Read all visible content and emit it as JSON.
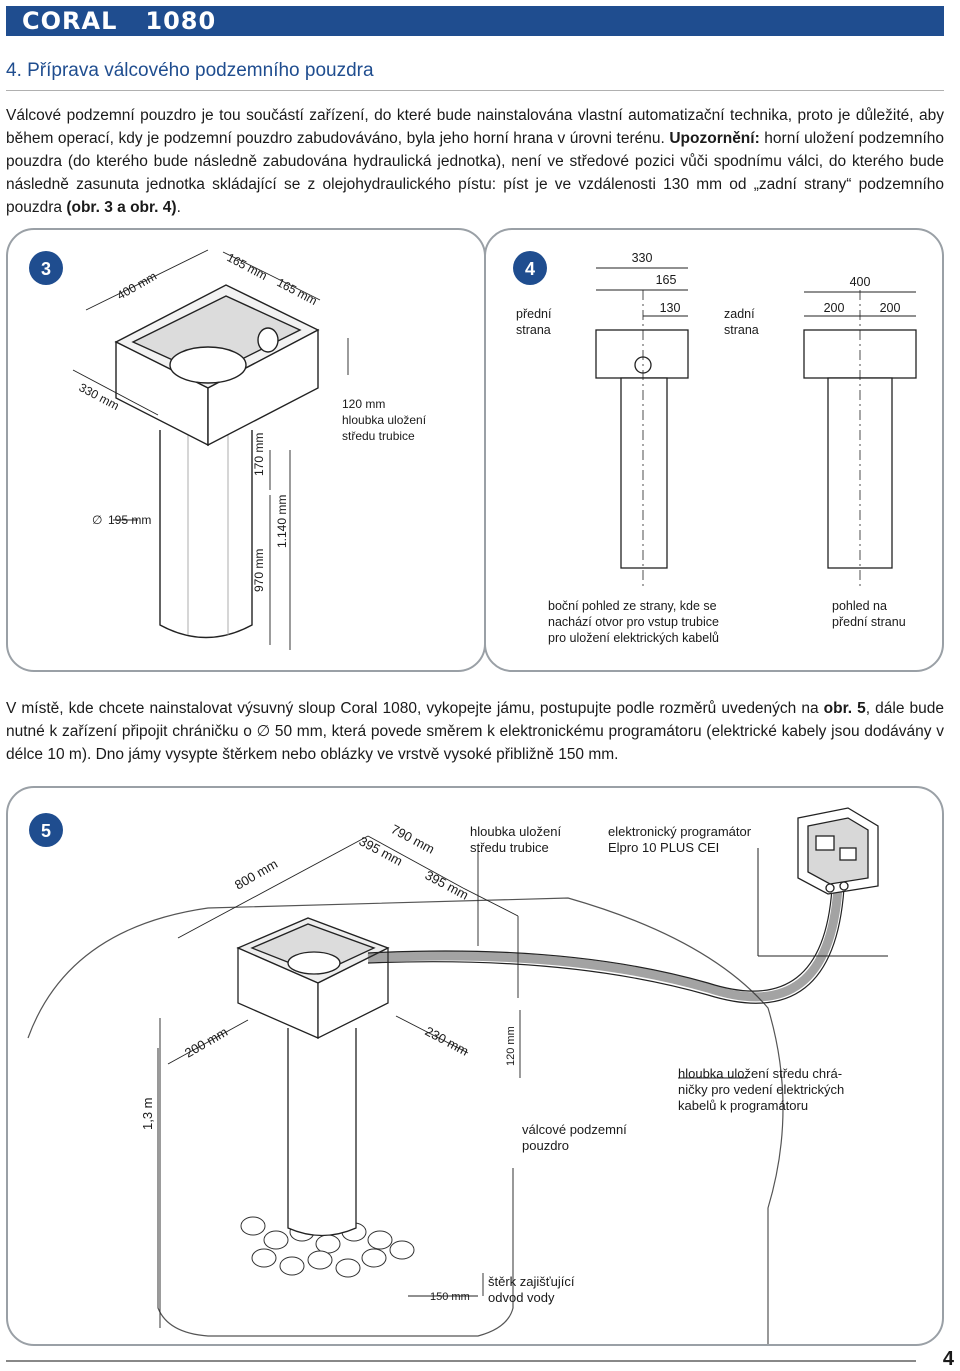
{
  "header": {
    "brand": "CORAL",
    "model": "1080"
  },
  "section": {
    "title": "4. Příprava válcového podzemního pouzdra"
  },
  "intro": {
    "text": "Válcové podzemní pouzdro je tou součástí zařízení, do které bude nainstalována vlastní automatizační technika, proto je důležité, aby během operací, kdy je podzemní pouzdro zabudováváno, byla jeho horní hrana v úrovni terénu.",
    "warning_label": "Upozornění:",
    "warning_text": " horní uložení podzemního pouzdra (do kterého bude následně zabudována hydraulická jednotka), není ve středové pozici vůči spodnímu válci, do kterého bude následně zasunuta jednotka skládající se z olejohydraulického pístu: píst je ve vzdálenosti 130 mm od „zadní strany“ podzemního pouzdra ",
    "warning_ref": "(obr. 3 a obr. 4)",
    "warning_end": "."
  },
  "fig3": {
    "number": "3",
    "dim_400": "400 mm",
    "dim_165a": "165 mm",
    "dim_165b": "165 mm",
    "dim_330": "330 mm",
    "dim_170": "170 mm",
    "dim_970": "970 mm",
    "dim_1140": "1.140 mm",
    "diameter": "195 mm",
    "note_line1": "120 mm",
    "note_line2": "hloubka uložení",
    "note_line3": "středu trubice"
  },
  "fig4": {
    "number": "4",
    "dim_330": "330",
    "dim_165": "165",
    "dim_130": "130",
    "dim_400": "400",
    "dim_200a": "200",
    "dim_200b": "200",
    "front_l1": "přední",
    "front_l2": "strana",
    "back_l1": "zadní",
    "back_l2": "strana",
    "side_l1": "boční pohled ze strany, kde se",
    "side_l2": "nachází otvor pro vstup trubice",
    "side_l3": "pro uložení elektrických kabelů",
    "fv_l1": "pohled na",
    "fv_l2": "přední stranu"
  },
  "mid": {
    "t1": "V místě, kde chcete nainstalovat výsuvný sloup Coral 1080, vykopejte jámu, postupujte podle rozměrů uvedených na ",
    "ref": "obr. 5",
    "t2": ", dále bude nutné k zařízení připojit chráničku o ",
    "diameter_symbol": "∅",
    "t3": " 50 mm, která povede směrem k elektronickému programátoru (elektrické kabely jsou dodávány v délce 10 m). Dno jámy vysypte štěrkem nebo oblázky ve vrstvě vysoké přibližně 150 mm."
  },
  "fig5": {
    "number": "5",
    "dim_790": "790 mm",
    "dim_395a": "395 mm",
    "dim_395b": "395 mm",
    "dim_800": "800 mm",
    "dim_200": "200 mm",
    "dim_230": "230 mm",
    "dim_120": "120 mm",
    "dim_13": "1,3 m",
    "dim_150": "150 mm",
    "depth_l1": "hloubka uložení",
    "depth_l2": "středu trubice",
    "prog_l1": "elektronický programátor",
    "prog_l2": "Elpro 10 PLUS CEI",
    "conduit_l1": "hloubka uložení středu chrá-",
    "conduit_l2": "ničky pro vedení elektrických",
    "conduit_l3": "kabelů k programátoru",
    "housing_l1": "válcové podzemní",
    "housing_l2": "pouzdro",
    "gravel_l1": "štěrk zajišťující",
    "gravel_l2": "odvod vody"
  },
  "footer": {
    "page": "4"
  },
  "colors": {
    "brand_blue": "#1f4d8f",
    "panel_border": "#9aa0a6"
  }
}
